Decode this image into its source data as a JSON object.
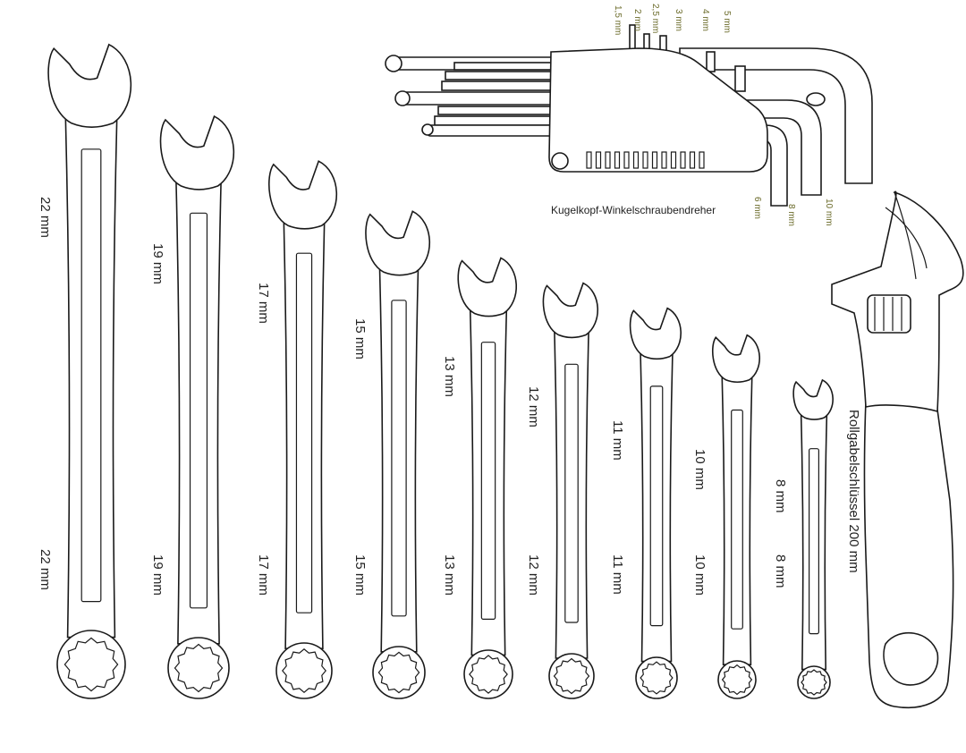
{
  "diagram": {
    "wrenches": [
      {
        "id": "w22",
        "label": "22 mm"
      },
      {
        "id": "w19",
        "label": "19 mm"
      },
      {
        "id": "w17",
        "label": "17 mm"
      },
      {
        "id": "w15",
        "label": "15 mm"
      },
      {
        "id": "w13",
        "label": "13 mm"
      },
      {
        "id": "w12",
        "label": "12 mm"
      },
      {
        "id": "w11",
        "label": "11 mm"
      },
      {
        "id": "w10",
        "label": "10 mm"
      },
      {
        "id": "w8",
        "label": "8 mm"
      }
    ],
    "hex_keys": {
      "caption": "Kugelkopf-Winkelschraubendreher",
      "sizes": [
        "1,5 mm",
        "2 mm",
        "2,5 mm",
        "3 mm",
        "4 mm",
        "5 mm",
        "6 mm",
        "8 mm",
        "10 mm"
      ]
    },
    "adjustable_wrench": {
      "caption": "Rollgabelschlüssel 200 mm"
    },
    "colors": {
      "outline": "#1a1a1a",
      "hex_label": "#6b6b2a",
      "background": "#ffffff"
    }
  }
}
